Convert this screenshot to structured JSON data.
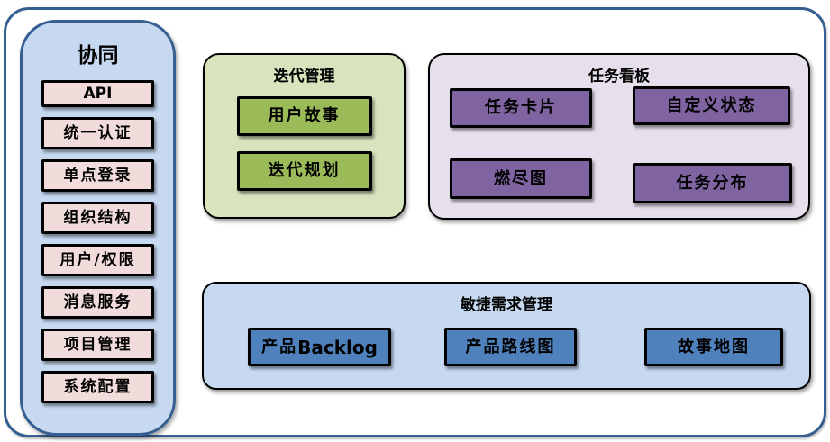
{
  "palette": {
    "frame_border": "#365F91",
    "panel_blue_fill": "#C6D9F1",
    "sidebar_item_pink": "#F2DCDB",
    "iteration_group_green": "#D7E4BD",
    "iteration_item_green": "#9BBB59",
    "kanban_group_lavender": "#E5E0EC",
    "kanban_item_purple": "#8064A2",
    "requirements_item_blue": "#4F81BD",
    "box_border_black": "#000000"
  },
  "sidebar": {
    "title": "协同",
    "items": [
      {
        "parts": [
          {
            "text": "API",
            "style": "latin"
          }
        ]
      },
      {
        "label": "统一认证"
      },
      {
        "label": "单点登录"
      },
      {
        "label": "组织结构"
      },
      {
        "label": "用户/权限"
      },
      {
        "label": "消息服务"
      },
      {
        "label": "项目管理"
      },
      {
        "label": "系统配置"
      }
    ]
  },
  "groups": {
    "iteration": {
      "title": "迭代管理",
      "items": [
        {
          "label": "用户故事"
        },
        {
          "label": "迭代规划"
        }
      ]
    },
    "kanban": {
      "title": "任务看板",
      "items": [
        {
          "label": "任务卡片"
        },
        {
          "label": "自定义状态"
        },
        {
          "label": "燃尽图"
        },
        {
          "label": "任务分布"
        }
      ]
    },
    "requirements": {
      "title": "敏捷需求管理",
      "items": [
        {
          "parts": [
            {
              "text": "产品",
              "style": "cjk"
            },
            {
              "text": "Backlog",
              "style": "latin"
            }
          ]
        },
        {
          "label": "产品路线图"
        },
        {
          "label": "故事地图"
        }
      ]
    }
  }
}
